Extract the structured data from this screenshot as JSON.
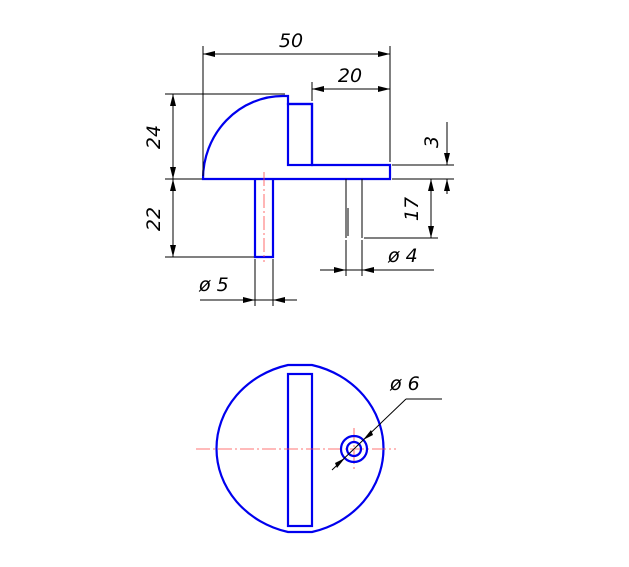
{
  "dimensions": {
    "overall_width": "50",
    "top_offset": "20",
    "height_top": "24",
    "height_bottom": "22",
    "step_height": "3",
    "pin_height": "17",
    "pin_diameter": "ø 4",
    "peg_diameter": "ø 5",
    "hole_diameter": "ø 6"
  },
  "colors": {
    "part_outline": "#0000ee",
    "dimension": "#000000",
    "centerline": "#ff4a4a"
  }
}
